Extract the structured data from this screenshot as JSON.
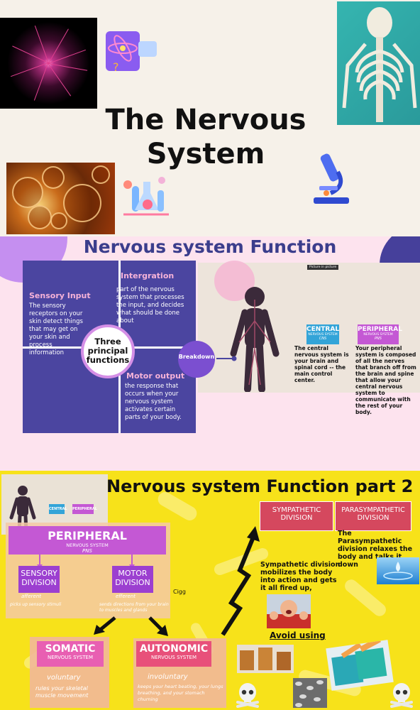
{
  "title": {
    "line1": "The Nervous",
    "line2": "System"
  },
  "function_slide": {
    "title": "Nervous system Function",
    "center_circle": "Three principal functions",
    "sensory": {
      "heading": "Sensory Input",
      "text": "The sensory receptors on your skin detect things that may get on your skin and process information"
    },
    "integration": {
      "heading": "Intergration",
      "text": "part of the nervous system that processes the input, and decides what should be done about"
    },
    "motor": {
      "heading": "Motor output",
      "text": "the response that occurs when your nervous system activates certain parts of your body."
    },
    "breakdown": "Breakdown",
    "picture_label": "Picture in picture",
    "central_tag": {
      "title": "CENTRAL",
      "sub": "NERVOUS SYSTEM",
      "abbr": "CNS"
    },
    "peripheral_tag": {
      "title": "PERIPHERAL",
      "sub": "NERVOUS SYSTEM",
      "abbr": "PNS"
    },
    "central_text": "The central nervous system is your brain and spinal cord -- the main control center.",
    "peripheral_text": "Your peripheral system is composed of all the nerves that branch off from the brain and spine that allow your central nervous system to communicate with the rest of your body."
  },
  "part2": {
    "title": "Nervous system Function part 2",
    "thumb_central": "CENTRAL",
    "thumb_peripheral": "PERIPHERAL",
    "peripheral": {
      "title": "PERIPHERAL",
      "sub": "NERVOUS SYSTEM",
      "abbr": "PNS"
    },
    "sensory": {
      "title": "SENSORY",
      "sub": "DIVISION",
      "kind": "afferent",
      "desc": "picks up sensory stimuli"
    },
    "motor": {
      "title": "MOTOR",
      "sub": "DIVISION",
      "kind": "efferent",
      "desc": "sends directions from your brain to muscles and glands"
    },
    "somatic": {
      "title": "SOMATIC",
      "sub": "NERVOUS SYSTEM",
      "kind": "voluntary",
      "desc": "rules your skeletal muscle movement"
    },
    "autonomic": {
      "title": "AUTONOMIC",
      "sub": "NERVOUS SYSTEM",
      "kind": "involuntary",
      "desc": "keeps your heart beating, your lungs breathing, and your stomach churning"
    },
    "sympathetic": {
      "title": "SYMPATHETIC",
      "sub": "DIVISION"
    },
    "parasympathetic": {
      "title": "PARASYMPATHETIC",
      "sub": "DIVISION"
    },
    "sympathetic_text": "Sympathetic division mobilizes the body into action and gets it all fired up,",
    "parasympathetic_text": "The Parasympathetic division relaxes the body and talks it down",
    "cigg": "Cigg",
    "avoid": "Avoid using"
  }
}
